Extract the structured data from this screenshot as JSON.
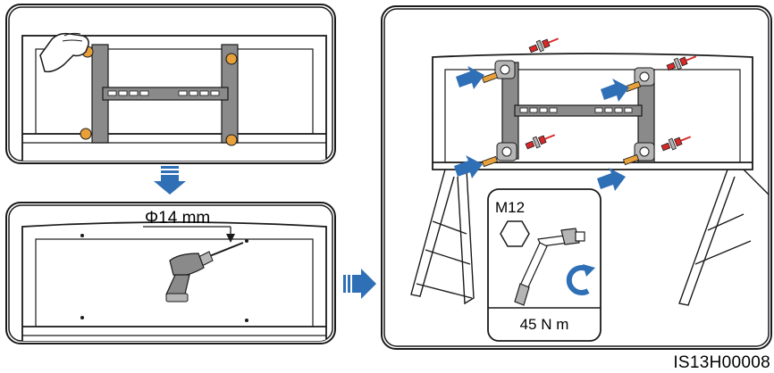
{
  "labels": {
    "drill_bit_diameter": "Φ14 mm",
    "bolt_size": "M12",
    "torque": "45 N m",
    "figure_id": "IS13H00008"
  },
  "colors": {
    "outline": "#1a1a1a",
    "bracket_gray": "#8a8a8a",
    "bracket_light": "#b5b5b5",
    "bolt_orange": "#e8a13a",
    "arrow_blue": "#2f6fb5",
    "bolt_red": "#d62a2a"
  },
  "icons": [
    "hand-icon",
    "drill-icon",
    "torque-wrench-icon",
    "hex-nut-icon",
    "clockwise-rotate-icon",
    "down-arrow-icon",
    "right-arrow-icon",
    "push-arrow-icon"
  ]
}
